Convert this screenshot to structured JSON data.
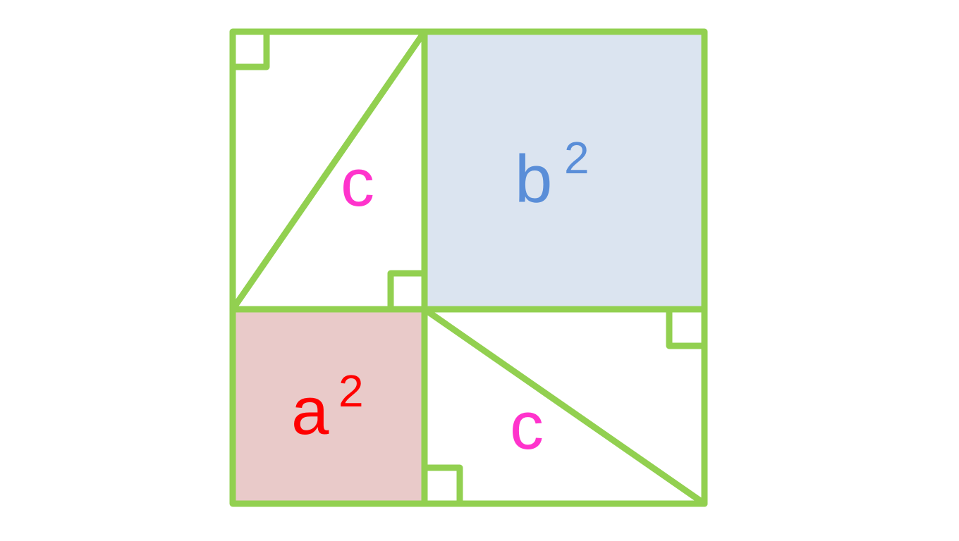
{
  "colors": {
    "stroke": "#92d050",
    "a_square_fill": "#e9cac9",
    "b_square_fill": "#dbe4f0",
    "a_label": "#ff0000",
    "b_label": "#5a8ed8",
    "c_label": "#ff33cc"
  },
  "labels": {
    "a_base": "a",
    "a_exp": "2",
    "b_base": "b",
    "b_exp": "2",
    "c_top": "c",
    "c_bottom": "c"
  }
}
